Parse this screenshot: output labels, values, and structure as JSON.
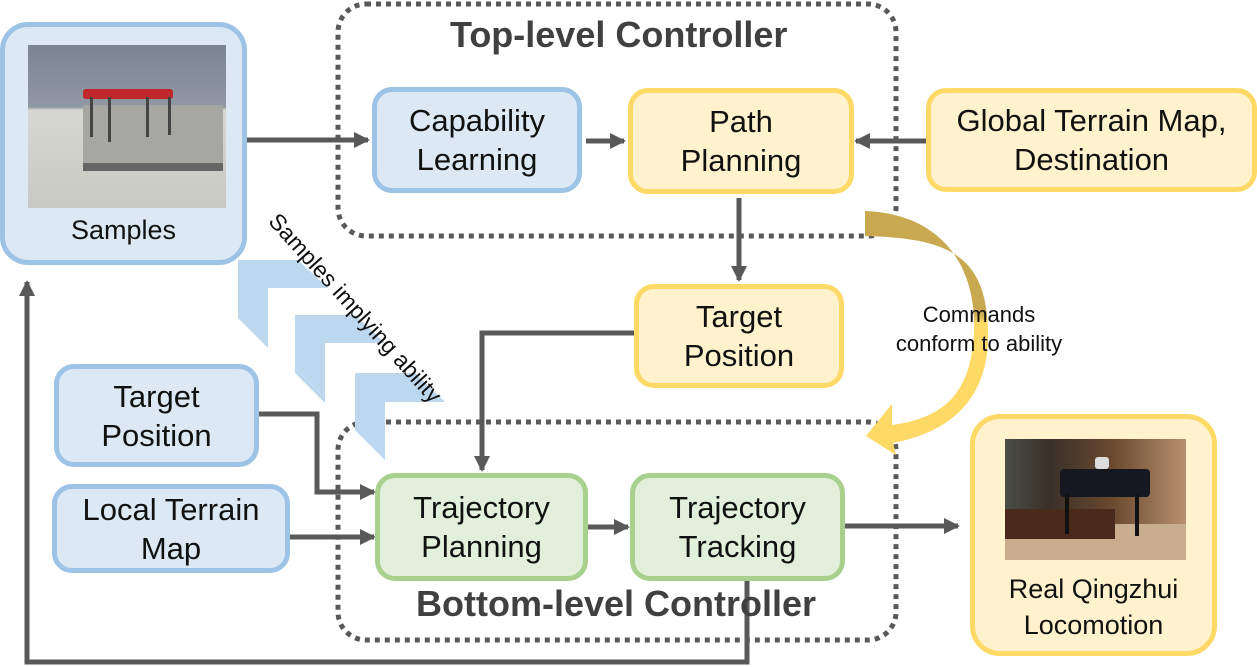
{
  "diagram": {
    "groups": {
      "top": {
        "title": "Top-level Controller"
      },
      "bottom": {
        "title": "Bottom-level Controller"
      }
    },
    "nodes": {
      "samples": {
        "label": "Samples",
        "image": "simulated-hexapod-robot-photo"
      },
      "capability_learning": {
        "line1": "Capability",
        "line2": "Learning"
      },
      "path_planning": {
        "line1": "Path",
        "line2": "Planning"
      },
      "global_terrain": {
        "line1": "Global Terrain Map,",
        "line2": "Destination"
      },
      "target_position_top": {
        "line1": "Target",
        "line2": "Position"
      },
      "target_position_left": {
        "line1": "Target",
        "line2": "Position"
      },
      "local_terrain": {
        "line1": "Local Terrain",
        "line2": "Map"
      },
      "trajectory_planning": {
        "line1": "Trajectory",
        "line2": "Planning"
      },
      "trajectory_tracking": {
        "line1": "Trajectory",
        "line2": "Tracking"
      },
      "real_locomotion": {
        "line1": "Real Qingzhui",
        "line2": "Locomotion",
        "image": "real-hexapod-robot-photo"
      }
    },
    "annotations": {
      "samples_implying": "Samples implying ability",
      "commands_line1": "Commands",
      "commands_line2": "conform to ability"
    },
    "colors": {
      "blue_fill": "#dde8f5",
      "blue_border": "#9dc3e6",
      "yellow_fill": "#fff2cc",
      "yellow_border": "#ffd966",
      "green_fill": "#e2efda",
      "green_border": "#a9d18e",
      "arrow": "#595959",
      "dotted": "#595959",
      "chevron": "#bdd7ee",
      "curved_arrow_top": "#c9a94f",
      "curved_arrow_bottom": "#ffd966"
    }
  }
}
